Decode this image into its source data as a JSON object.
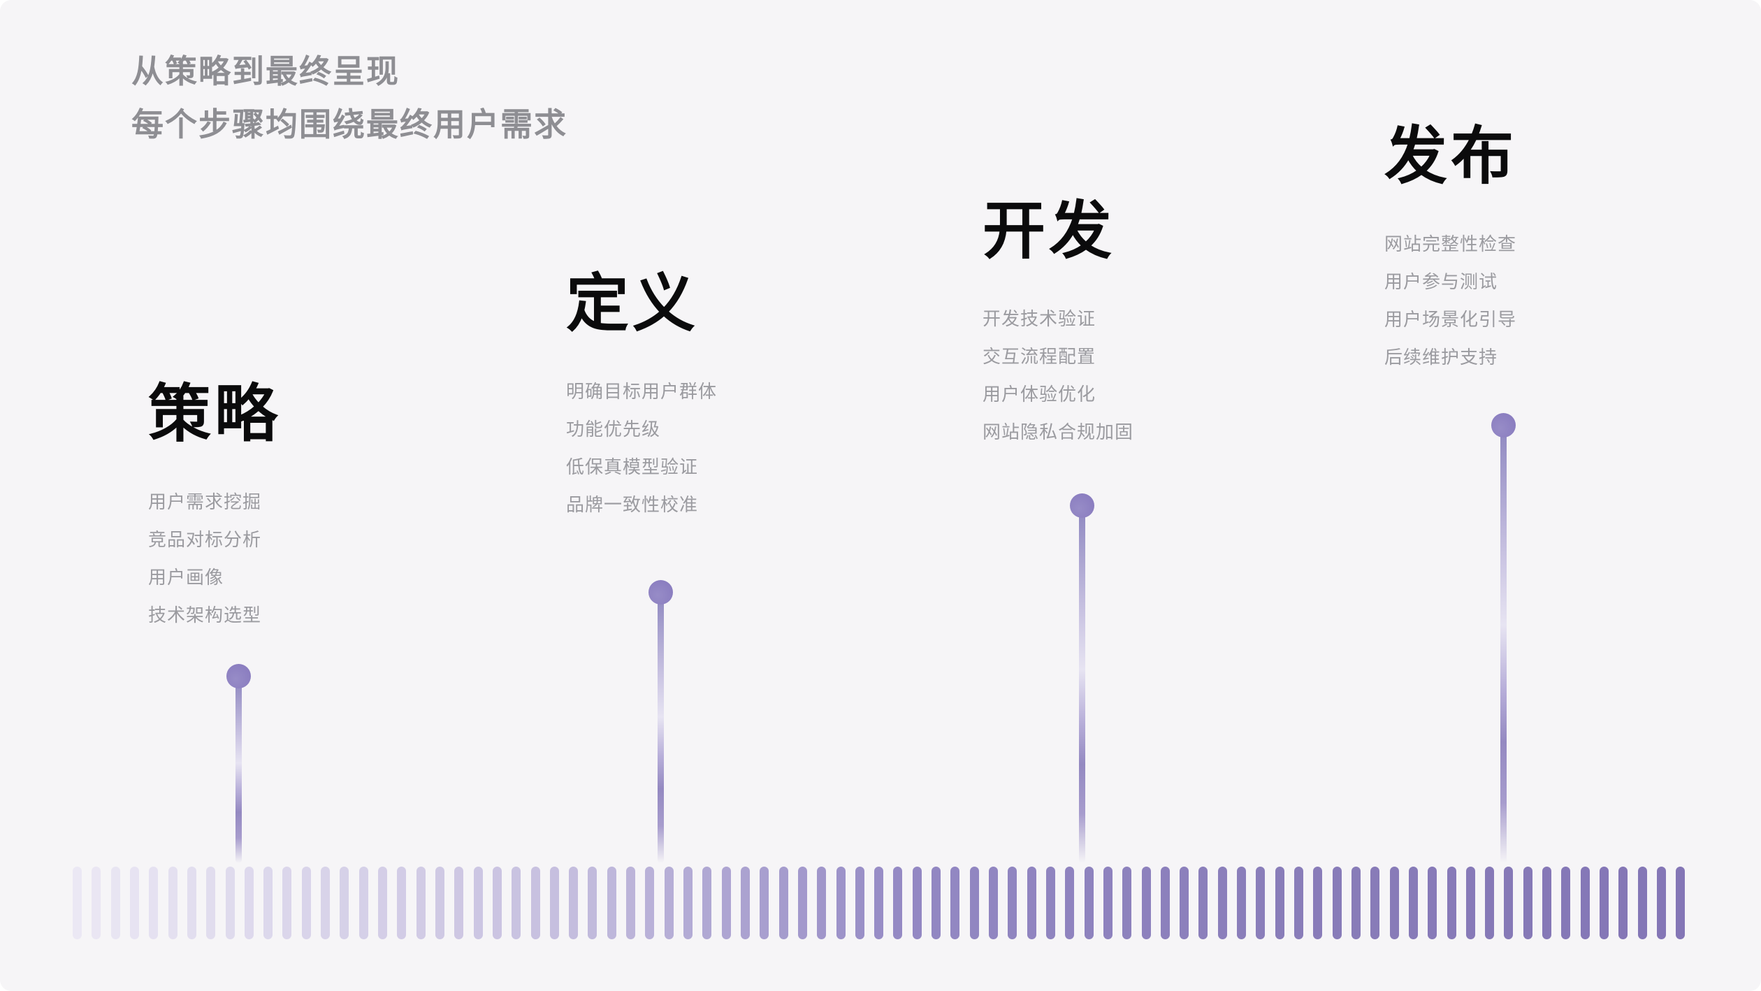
{
  "intro": {
    "line1": "从策略到最终呈现",
    "line2": "每个步骤均围绕最终用户需求"
  },
  "stages": [
    {
      "title": "策略",
      "items": [
        "用户需求挖掘",
        "竞品对标分析",
        "用户画像",
        "技术架构选型"
      ]
    },
    {
      "title": "定义",
      "items": [
        "明确目标用户群体",
        "功能优先级",
        "低保真模型验证",
        "品牌一致性校准"
      ]
    },
    {
      "title": "开发",
      "items": [
        "开发技术验证",
        "交互流程配置",
        "用户体验优化",
        "网站隐私合规加固"
      ]
    },
    {
      "title": "发布",
      "items": [
        "网站完整性检查",
        "用户参与测试",
        "用户场景化引导",
        "后续维护支持"
      ]
    }
  ],
  "colors": {
    "background": "#f6f5f7",
    "heading_text": "#0b0b0c",
    "intro_text": "#8e8e93",
    "item_text": "#9b9ba0",
    "dot": "#8b7ec0",
    "bar_light_end": "#ebe8f4",
    "bar_dark_end": "#8476b6"
  },
  "timeline": {
    "bar_count": 85,
    "color_stops": [
      [
        0.0,
        "#ebe8f4"
      ],
      [
        0.3,
        "#c6bfdf"
      ],
      [
        0.52,
        "#9388c3"
      ],
      [
        0.75,
        "#897db9"
      ],
      [
        1.0,
        "#8476b6"
      ]
    ]
  }
}
